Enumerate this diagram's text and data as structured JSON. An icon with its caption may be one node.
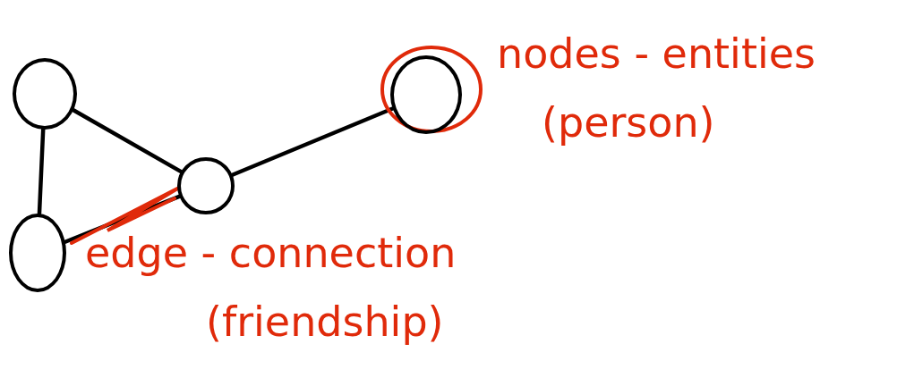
{
  "diagram": {
    "nodes": [
      {
        "text": [],
        "shape": "circle"
      },
      {
        "text": [],
        "shape": "circle"
      },
      {
        "text": [],
        "shape": "circle"
      },
      {
        "text": [],
        "shape": "circle"
      }
    ],
    "edges": [
      {
        "from": 0,
        "to": 1,
        "arrow": "none"
      },
      {
        "from": 0,
        "to": 2,
        "arrow": "none"
      },
      {
        "from": 3,
        "to": 2,
        "arrow": "none"
      },
      {
        "from": 1,
        "to": 2,
        "arrow": "none"
      }
    ],
    "labels": [
      "nodes - entities",
      "(person)",
      "edge - connection",
      "(friendship)"
    ]
  }
}
